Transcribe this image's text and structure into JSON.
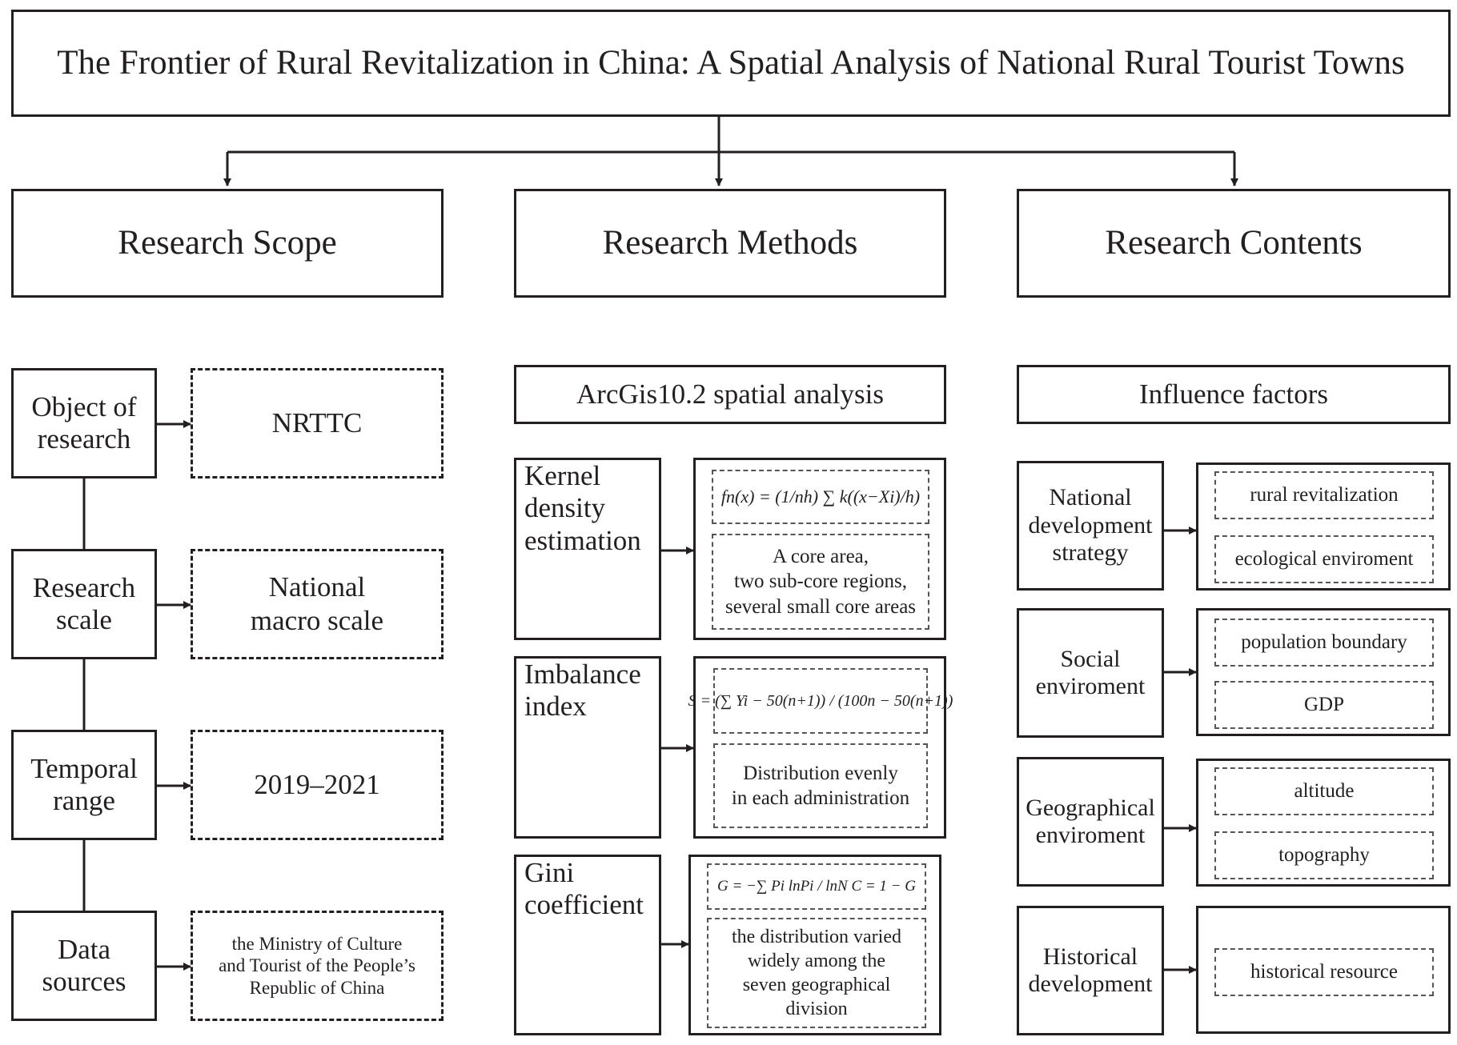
{
  "title": "The Frontier of Rural Revitalization in China: A Spatial Analysis of National Rural Tourist Towns",
  "columns": {
    "scope": {
      "heading": "Research Scope",
      "rows": [
        {
          "label_l1": "Object of",
          "label_l2": "research",
          "value_l1": "NRTTC",
          "value_l2": ""
        },
        {
          "label_l1": "Research",
          "label_l2": "scale",
          "value_l1": "National",
          "value_l2": "macro scale"
        },
        {
          "label_l1": "Temporal",
          "label_l2": "range",
          "value_l1": "2019–2021",
          "value_l2": ""
        },
        {
          "label_l1": "Data",
          "label_l2": "sources",
          "value_l1": "the Ministry of Culture",
          "value_l2": "and Tourist of the People’s",
          "value_l3": "Republic of China"
        }
      ]
    },
    "methods": {
      "heading": "Research Methods",
      "tool": "ArcGis10.2 spatial analysis",
      "rows": [
        {
          "label_l1": "Kernel",
          "label_l2": "density",
          "label_l3": "estimation",
          "formula": "fn(x) = (1/nh) ∑ k((x−Xi)/h)",
          "result_l1": "A core area,",
          "result_l2": "two sub-core regions,",
          "result_l3": "several small core areas"
        },
        {
          "label_l1": "Imbalance",
          "label_l2": "index",
          "formula": "S = (∑ Yi − 50(n+1)) / (100n − 50(n+1))",
          "result_l1": "Distribution evenly",
          "result_l2": "in each administration"
        },
        {
          "label_l1": "Gini",
          "label_l2": "coefficient",
          "formula": "G = −∑ Pi lnPi / lnN    C = 1 − G",
          "result_l1": "the distribution varied",
          "result_l2": "widely among the",
          "result_l3": "seven geographical",
          "result_l4": "division"
        }
      ]
    },
    "contents": {
      "heading": "Research Contents",
      "factors": "Influence factors",
      "rows": [
        {
          "label_l1": "National",
          "label_l2": "development",
          "label_l3": "strategy",
          "items": [
            "rural revitalization",
            "ecological enviroment"
          ]
        },
        {
          "label_l1": "Social",
          "label_l2": "enviroment",
          "label_l3": "",
          "items": [
            "population boundary",
            "GDP"
          ]
        },
        {
          "label_l1": "Geographical",
          "label_l2": "enviroment",
          "label_l3": "",
          "items": [
            "altitude",
            "topography"
          ]
        },
        {
          "label_l1": "Historical",
          "label_l2": "development",
          "label_l3": "",
          "items": [
            "historical resource"
          ]
        }
      ]
    }
  }
}
